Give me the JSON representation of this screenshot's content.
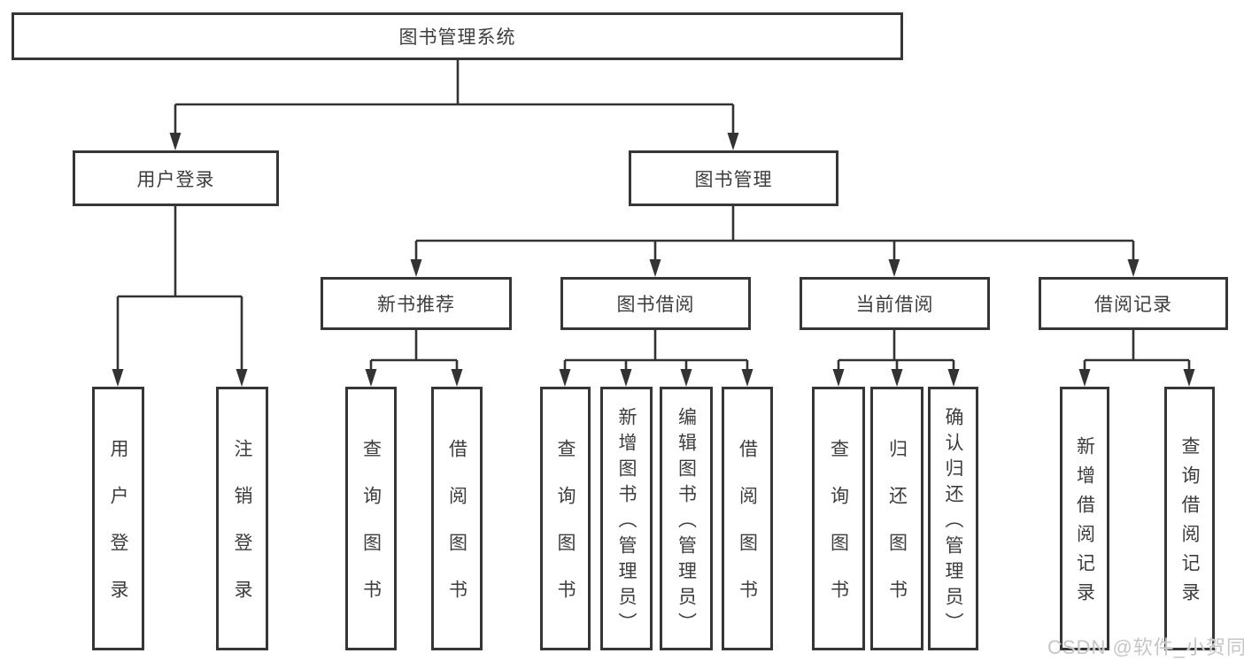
{
  "diagram": {
    "root": {
      "label": "图书管理系统"
    },
    "level2": [
      {
        "id": "user-login",
        "label": "用户登录"
      },
      {
        "id": "book-management",
        "label": "图书管理"
      }
    ],
    "level3": [
      {
        "id": "new-book-recommend",
        "label": "新书推荐",
        "parent": "图书管理"
      },
      {
        "id": "book-borrow",
        "label": "图书借阅",
        "parent": "图书管理"
      },
      {
        "id": "current-borrow",
        "label": "当前借阅",
        "parent": "图书管理"
      },
      {
        "id": "borrow-records",
        "label": "借阅记录",
        "parent": "图书管理"
      }
    ],
    "leaves": [
      {
        "id": "user-login-leaf",
        "label": "用户登录",
        "parent": "用户登录"
      },
      {
        "id": "logout",
        "label": "注销登录",
        "parent": "用户登录"
      },
      {
        "id": "query-books-rec",
        "label": "查询图书",
        "parent": "新书推荐"
      },
      {
        "id": "borrow-books-rec",
        "label": "借阅图书",
        "parent": "新书推荐"
      },
      {
        "id": "query-books-borrow",
        "label": "查询图书",
        "parent": "图书借阅"
      },
      {
        "id": "add-books-admin",
        "label": "新增图书（管理员）",
        "parent": "图书借阅"
      },
      {
        "id": "edit-books-admin",
        "label": "编辑图书（管理员）",
        "parent": "图书借阅"
      },
      {
        "id": "borrow-books-borrow",
        "label": "借阅图书",
        "parent": "图书借阅"
      },
      {
        "id": "query-books-current",
        "label": "查询图书",
        "parent": "当前借阅"
      },
      {
        "id": "return-books",
        "label": "归还图书",
        "parent": "当前借阅"
      },
      {
        "id": "confirm-return-admin",
        "label": "确认归还（管理员）",
        "parent": "当前借阅"
      },
      {
        "id": "add-borrow-record",
        "label": "新增借阅记录",
        "parent": "借阅记录"
      },
      {
        "id": "query-borrow-record",
        "label": "查询借阅记录",
        "parent": "借阅记录"
      }
    ],
    "watermark": "CSDN @软件_小贺同学",
    "colors": {
      "line": "#333333",
      "box_border": "#363636",
      "text": "#3d3d3d",
      "watermark": "#c6c6c6",
      "background": "#ffffff"
    }
  }
}
